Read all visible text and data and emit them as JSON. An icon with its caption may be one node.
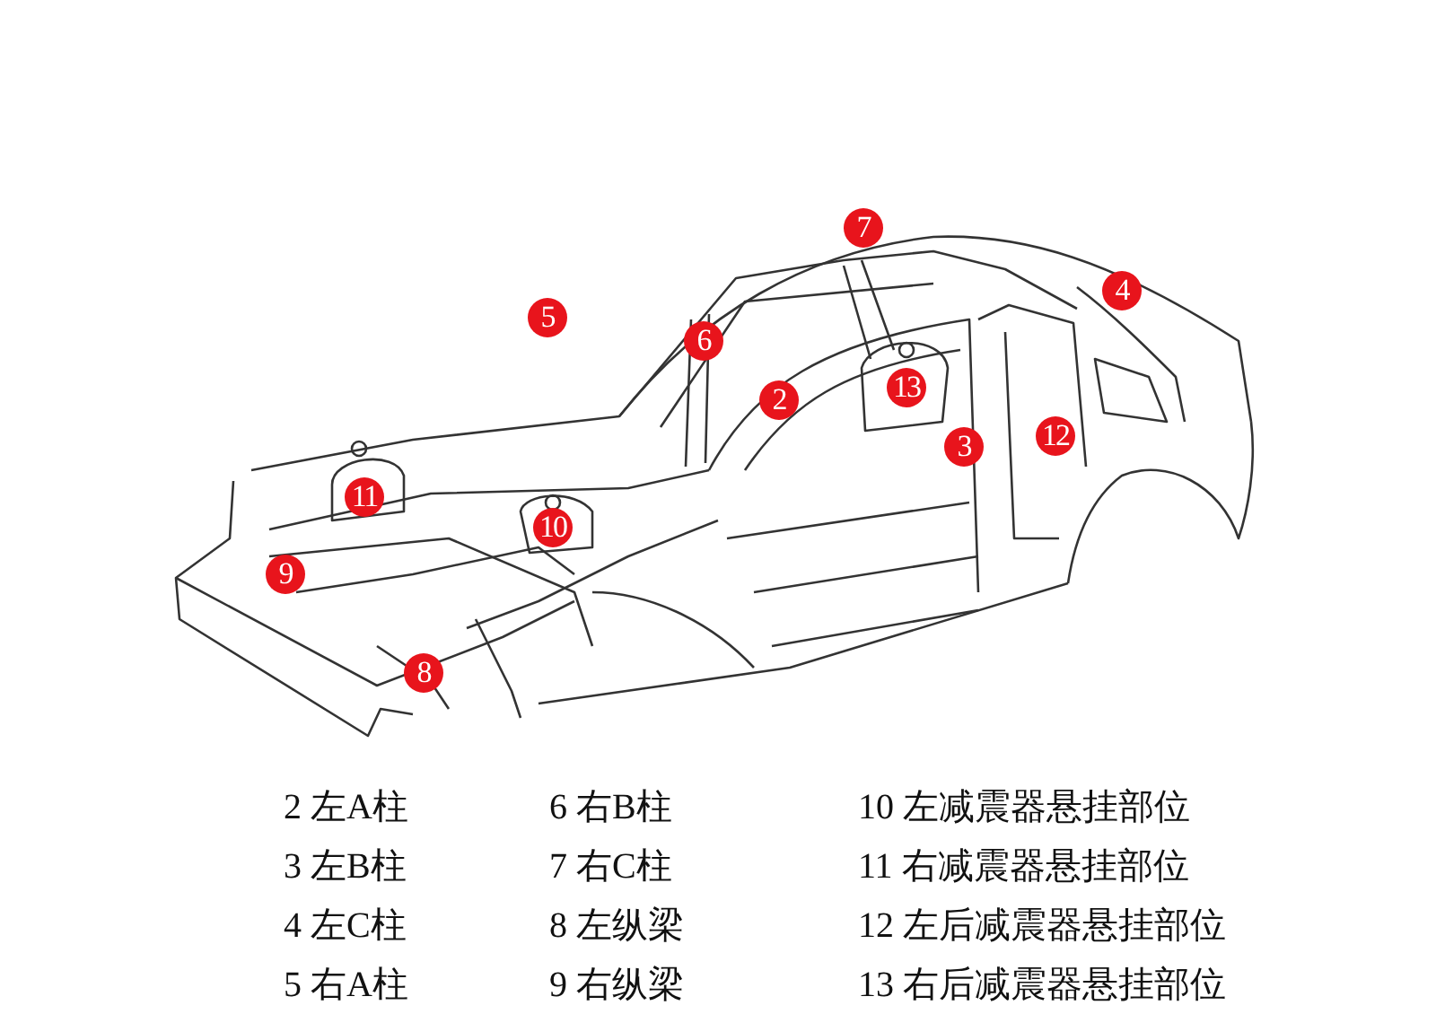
{
  "diagram": {
    "labels": [
      "7",
      "4",
      "5",
      "6",
      "13",
      "2",
      "12",
      "3",
      "11",
      "10",
      "9",
      "8",
      "2 左A柱",
      "6 右B柱",
      "10 左减震器悬挂部位",
      "3 左B柱",
      "7 右C柱",
      "11 右减震器悬挂部位",
      "4 左C柱",
      "8 左纵梁",
      "12 左后减震器悬挂部位",
      "5 右A柱",
      "9 右纵梁",
      "13 右后减震器悬挂部位"
    ]
  }
}
